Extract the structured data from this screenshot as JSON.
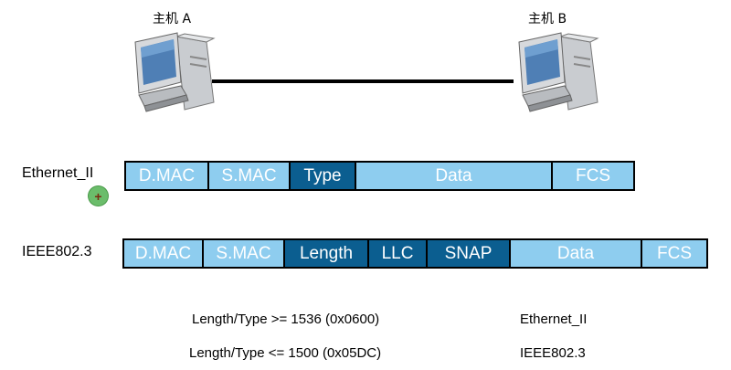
{
  "hosts": {
    "a": {
      "label": "主机 A"
    },
    "b": {
      "label": "主机 B"
    }
  },
  "frames": [
    {
      "label": "Ethernet_II",
      "fields": [
        {
          "text": "D.MAC",
          "style": "light"
        },
        {
          "text": "S.MAC",
          "style": "light"
        },
        {
          "text": "Type",
          "style": "dark"
        },
        {
          "text": "Data",
          "style": "light"
        },
        {
          "text": "FCS",
          "style": "light"
        }
      ]
    },
    {
      "label": "IEEE802.3",
      "fields": [
        {
          "text": "D.MAC",
          "style": "light"
        },
        {
          "text": "S.MAC",
          "style": "light"
        },
        {
          "text": "Length",
          "style": "dark"
        },
        {
          "text": "LLC",
          "style": "dark"
        },
        {
          "text": "SNAP",
          "style": "dark"
        },
        {
          "text": "Data",
          "style": "light"
        },
        {
          "text": "FCS",
          "style": "light"
        }
      ]
    }
  ],
  "rules": [
    {
      "condition": "Length/Type >= 1536 (0x0600)",
      "result": "Ethernet_II"
    },
    {
      "condition": "Length/Type <= 1500 (0x05DC)",
      "result": "IEEE802.3"
    }
  ],
  "colors": {
    "light_field": "#8ecdef",
    "dark_field": "#0b5e90"
  }
}
